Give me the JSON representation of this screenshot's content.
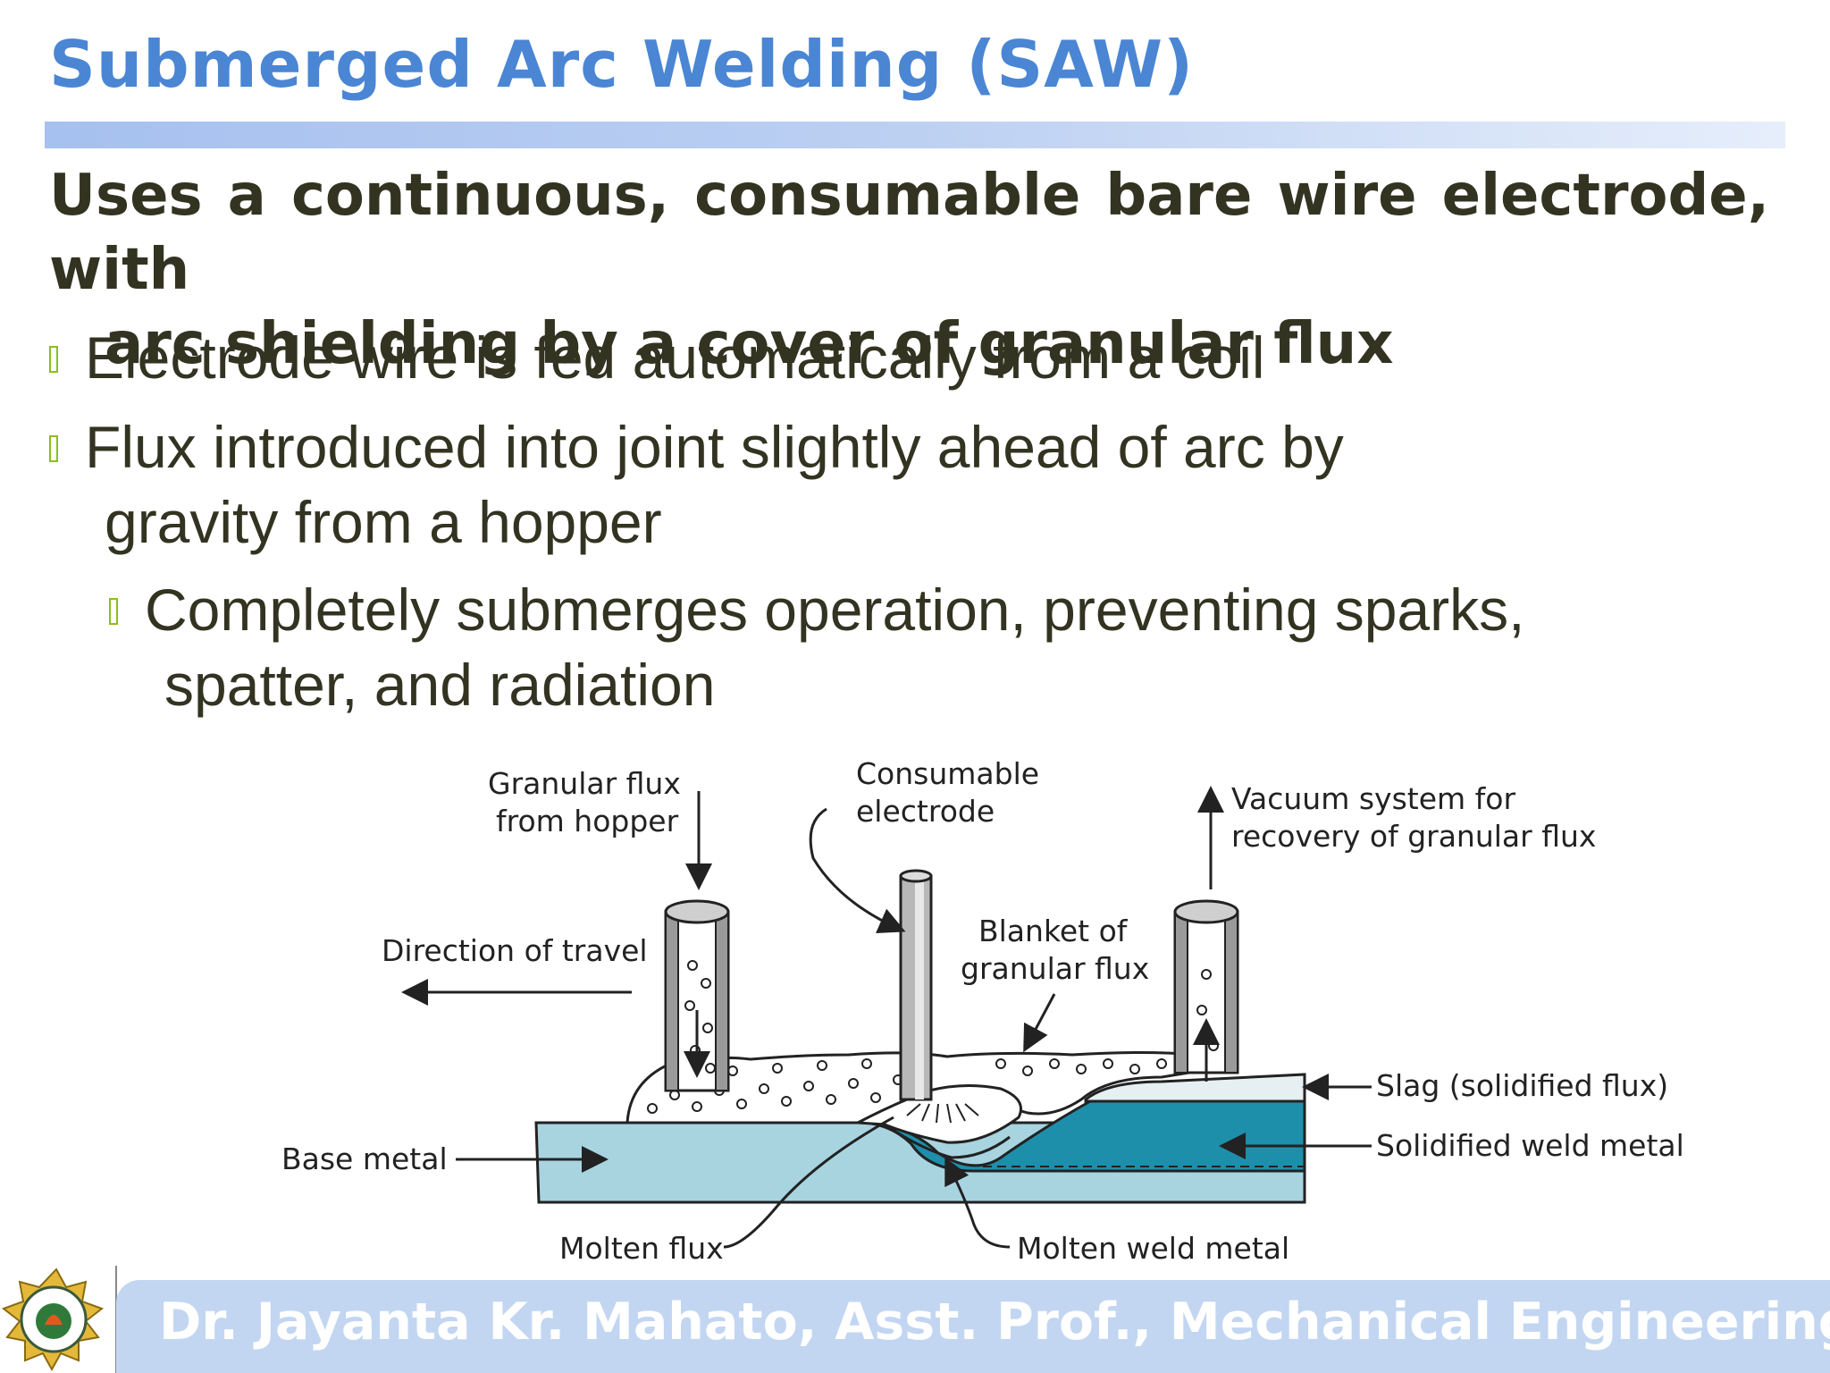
{
  "slide": {
    "title": "Submerged Arc Welding (SAW)",
    "lead_line1": "Uses a continuous, consumable bare wire electrode,  with",
    "lead_line2": "arc shielding by a cover of granular flux",
    "bullets": [
      {
        "line1": "Electrode wire is fed automatically from a coil"
      },
      {
        "line1": "Flux introduced into joint slightly ahead of arc by",
        "line2": "gravity from a hopper"
      },
      {
        "line1": "Completely submerges operation, preventing  sparks,",
        "line2": "spatter, and radiation"
      }
    ],
    "bullet_color": "#8bbf1e",
    "title_color": "#4a86d4"
  },
  "diagram": {
    "labels": {
      "granular_flux_1": "Granular flux",
      "granular_flux_2": "from hopper",
      "consumable_1": "Consumable",
      "consumable_2": "electrode",
      "vacuum_1": "Vacuum system for",
      "vacuum_2": "recovery of granular flux",
      "direction": "Direction of travel",
      "blanket_1": "Blanket of",
      "blanket_2": "granular flux",
      "slag": "Slag (solidified flux)",
      "solidified": "Solidified weld metal",
      "base_metal": "Base metal",
      "molten_flux": "Molten flux",
      "molten_weld": "Molten weld metal"
    },
    "colors": {
      "base_metal": "#a8d4e0",
      "weld_metal": "#1e8faa"
    }
  },
  "footer": {
    "text": "Dr. Jayanta Kr. Mahato, Asst. Prof., Mechanical Engineering"
  }
}
